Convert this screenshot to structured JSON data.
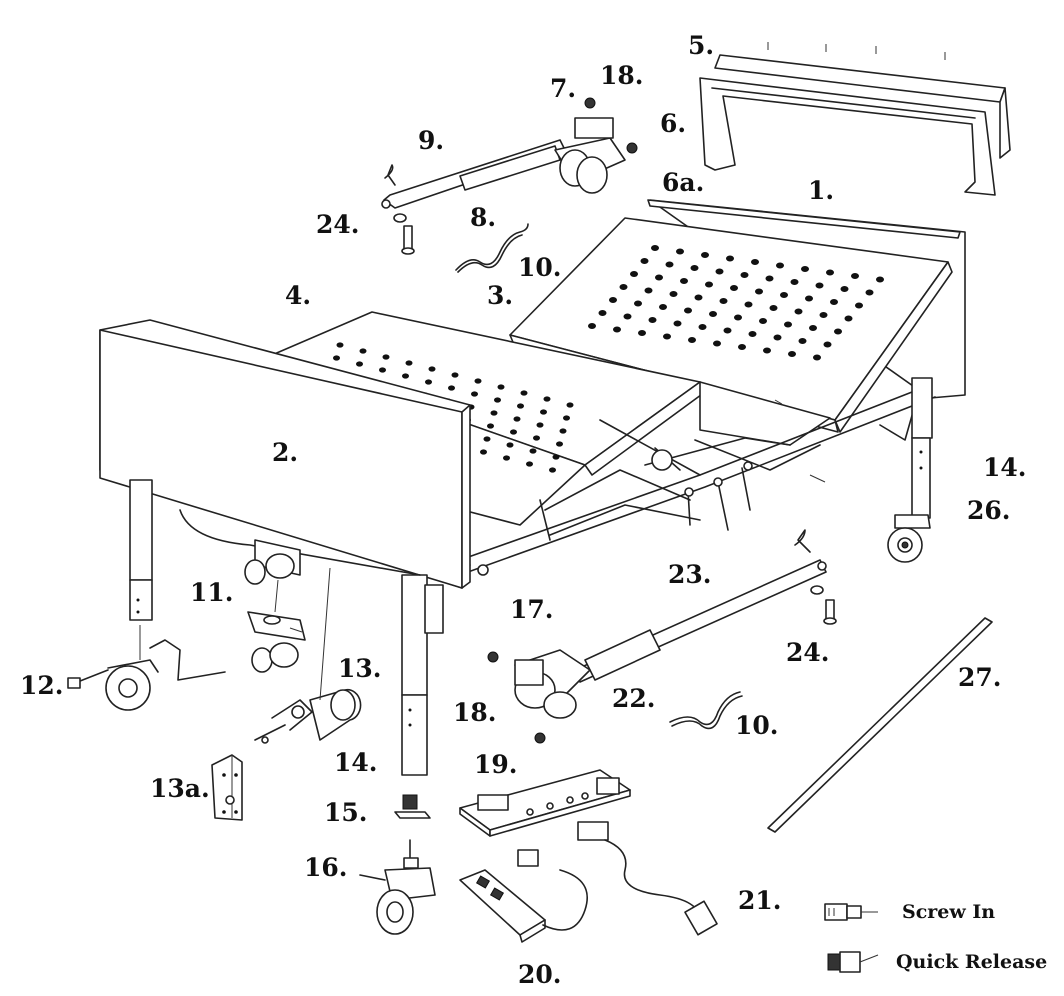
{
  "labels": {
    "p1": "1.",
    "p2": "2.",
    "p3": "3.",
    "p4": "4.",
    "p5": "5.",
    "p6": "6.",
    "p6a": "6a.",
    "p7": "7.",
    "p8": "8.",
    "p9": "9.",
    "p10a": "10.",
    "p10b": "10.",
    "p11": "11.",
    "p12": "12.",
    "p13": "13.",
    "p13a": "13a.",
    "p14a": "14.",
    "p14b": "14.",
    "p15": "15.",
    "p16": "16.",
    "p17": "17.",
    "p18a": "18.",
    "p18b": "18.",
    "p19": "19.",
    "p20": "20.",
    "p21": "21.",
    "p22": "22.",
    "p23": "23.",
    "p24a": "24.",
    "p24b": "24.",
    "p26": "26.",
    "p27": "27."
  },
  "legend": {
    "screw_in": "Screw In",
    "quick_release": "Quick Release",
    "screw_in_icon": "screw-in-connector-icon",
    "quick_release_icon": "quick-release-connector-icon"
  },
  "colors": {
    "line": "#222222",
    "background": "#ffffff",
    "hole": "#111111"
  }
}
